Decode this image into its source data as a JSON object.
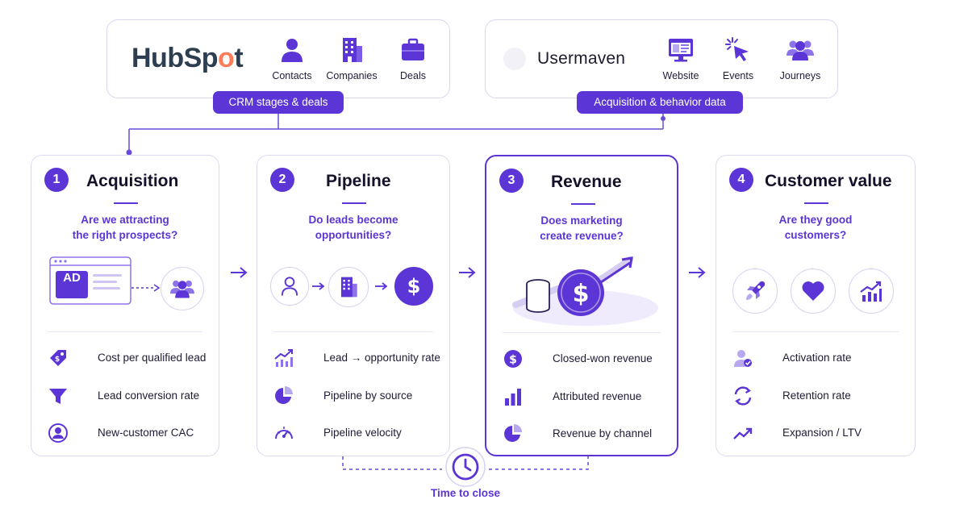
{
  "hubspot": {
    "logo_pre": "HubSp",
    "logo_o": "o",
    "logo_post": "t",
    "items": [
      {
        "label": "Contacts",
        "icon": "person-icon"
      },
      {
        "label": "Companies",
        "icon": "building-icon"
      },
      {
        "label": "Deals",
        "icon": "briefcase-icon"
      }
    ],
    "pill": "CRM stages & deals"
  },
  "usermaven": {
    "logo": "Usermaven",
    "items": [
      {
        "label": "Website",
        "icon": "monitor-icon"
      },
      {
        "label": "Events",
        "icon": "cursor-click-icon"
      },
      {
        "label": "Journeys",
        "icon": "users-icon"
      }
    ],
    "pill": "Acquisition & behavior data"
  },
  "stages": [
    {
      "number": "1",
      "title": "Acquisition",
      "question_line1": "Are we attracting",
      "question_line2": "the right prospects?",
      "ad_label": "AD",
      "metrics": [
        "Cost per qualified lead",
        "Lead conversion rate",
        "New-customer CAC"
      ]
    },
    {
      "number": "2",
      "title": "Pipeline",
      "question_line1": "Do leads become",
      "question_line2": "opportunities?",
      "metrics": [
        "Lead → opportunity rate",
        "Pipeline by source",
        "Pipeline velocity"
      ]
    },
    {
      "number": "3",
      "title": "Revenue",
      "question_line1": "Does marketing",
      "question_line2": "create revenue?",
      "metrics": [
        "Closed-won revenue",
        "Attributed revenue",
        "Revenue by channel"
      ]
    },
    {
      "number": "4",
      "title": "Customer value",
      "question_line1": "Are they good",
      "question_line2": "customers?",
      "metrics": [
        "Activation rate",
        "Retention rate",
        "Expansion / LTV"
      ]
    }
  ],
  "time_to_close": "Time to close",
  "colors": {
    "accent": "#5b35d5",
    "hubspot_orange": "#ff7a59",
    "border": "#dfd9ef"
  }
}
